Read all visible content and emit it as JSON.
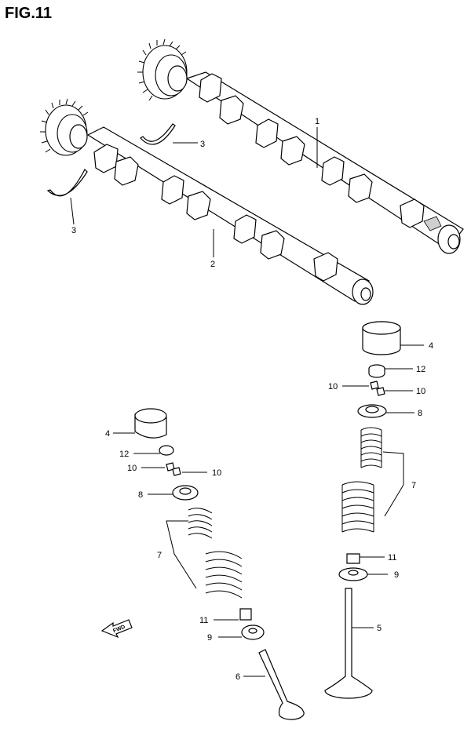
{
  "figure": {
    "title": "FIG.11"
  },
  "callouts": [
    {
      "key": "cam_exhaust",
      "text": "1"
    },
    {
      "key": "cam_intake",
      "text": "2"
    },
    {
      "key": "clip_upper",
      "text": "3"
    },
    {
      "key": "clip_lower",
      "text": "3"
    },
    {
      "key": "tappet_right",
      "text": "4"
    },
    {
      "key": "tappet_left",
      "text": "4"
    },
    {
      "key": "valve_right",
      "text": "5"
    },
    {
      "key": "valve_left",
      "text": "6"
    },
    {
      "key": "spring_right",
      "text": "7"
    },
    {
      "key": "spring_left",
      "text": "7"
    },
    {
      "key": "retainer_right",
      "text": "8"
    },
    {
      "key": "retainer_left",
      "text": "8"
    },
    {
      "key": "seat_right",
      "text": "9"
    },
    {
      "key": "seat_left",
      "text": "9"
    },
    {
      "key": "cotter_r1",
      "text": "10"
    },
    {
      "key": "cotter_r2",
      "text": "10"
    },
    {
      "key": "cotter_l1",
      "text": "10"
    },
    {
      "key": "cotter_l2",
      "text": "10"
    },
    {
      "key": "seal_right",
      "text": "11"
    },
    {
      "key": "seal_left",
      "text": "11"
    },
    {
      "key": "shim_right",
      "text": "12"
    },
    {
      "key": "shim_left",
      "text": "12"
    }
  ],
  "front_arrow": {
    "label": "FWD"
  }
}
